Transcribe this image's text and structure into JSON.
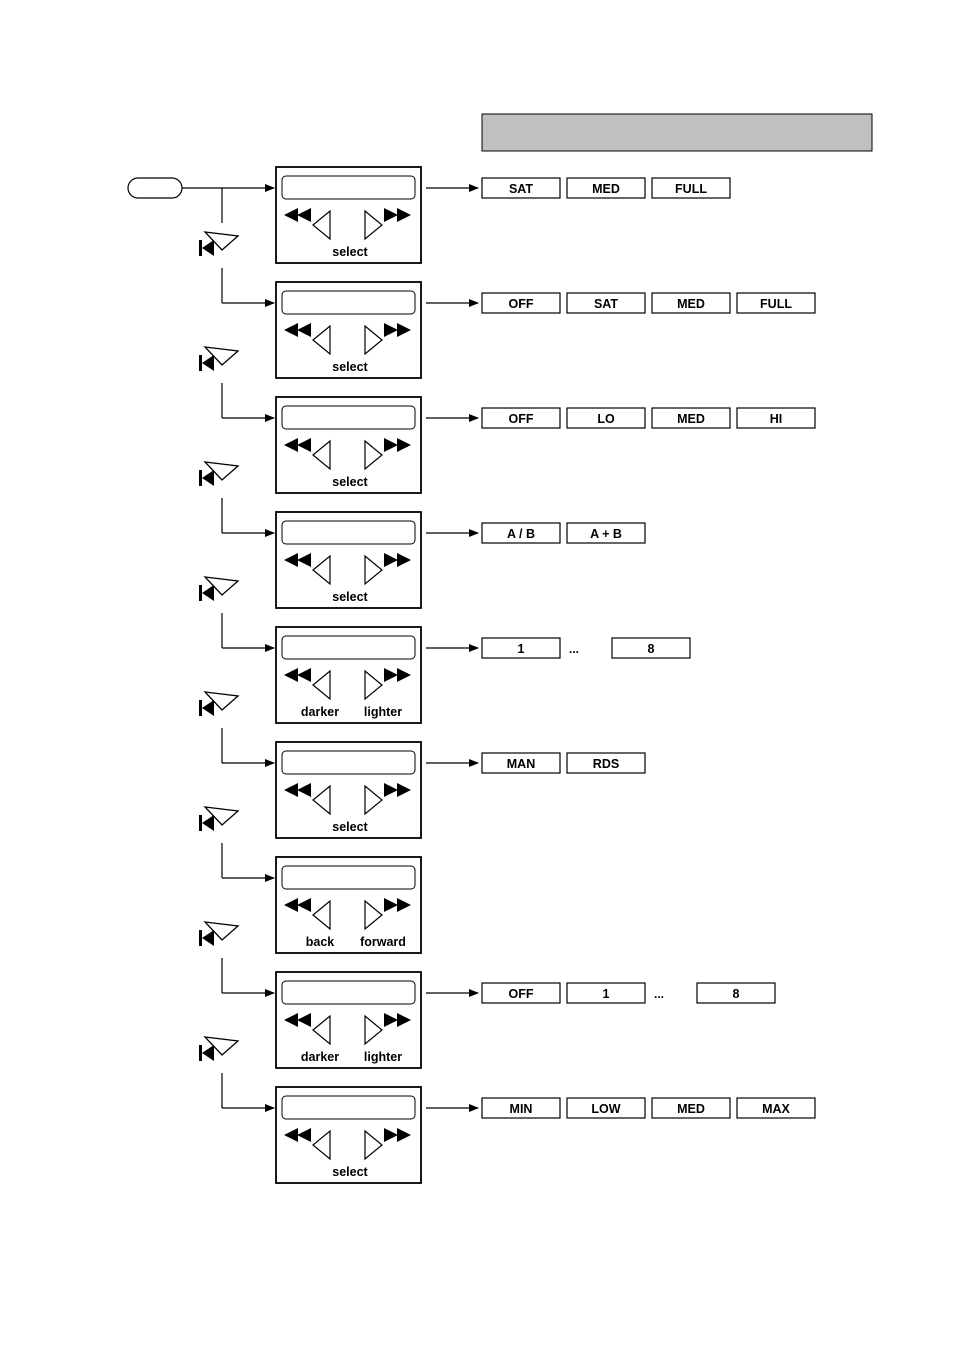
{
  "header_box": {
    "text": ""
  },
  "start_key": {
    "text": ""
  },
  "steps": [
    {
      "labels": [
        "select"
      ],
      "options": [
        "SAT",
        "MED",
        "FULL"
      ]
    },
    {
      "labels": [
        "select"
      ],
      "options": [
        "OFF",
        "SAT",
        "MED",
        "FULL"
      ]
    },
    {
      "labels": [
        "select"
      ],
      "options": [
        "OFF",
        "LO",
        "MED",
        "HI"
      ]
    },
    {
      "labels": [
        "select"
      ],
      "options": [
        "A / B",
        "A + B"
      ]
    },
    {
      "labels": [
        "darker",
        "lighter"
      ],
      "options": [
        "1",
        "...",
        "8"
      ]
    },
    {
      "labels": [
        "select"
      ],
      "options": [
        "MAN",
        "RDS"
      ]
    },
    {
      "labels": [
        "back",
        "forward"
      ],
      "options": []
    },
    {
      "labels": [
        "darker",
        "lighter"
      ],
      "options": [
        "OFF",
        "1",
        "...",
        "8"
      ]
    },
    {
      "labels": [
        "select"
      ],
      "options": [
        "MIN",
        "LOW",
        "MED",
        "MAX"
      ]
    }
  ]
}
